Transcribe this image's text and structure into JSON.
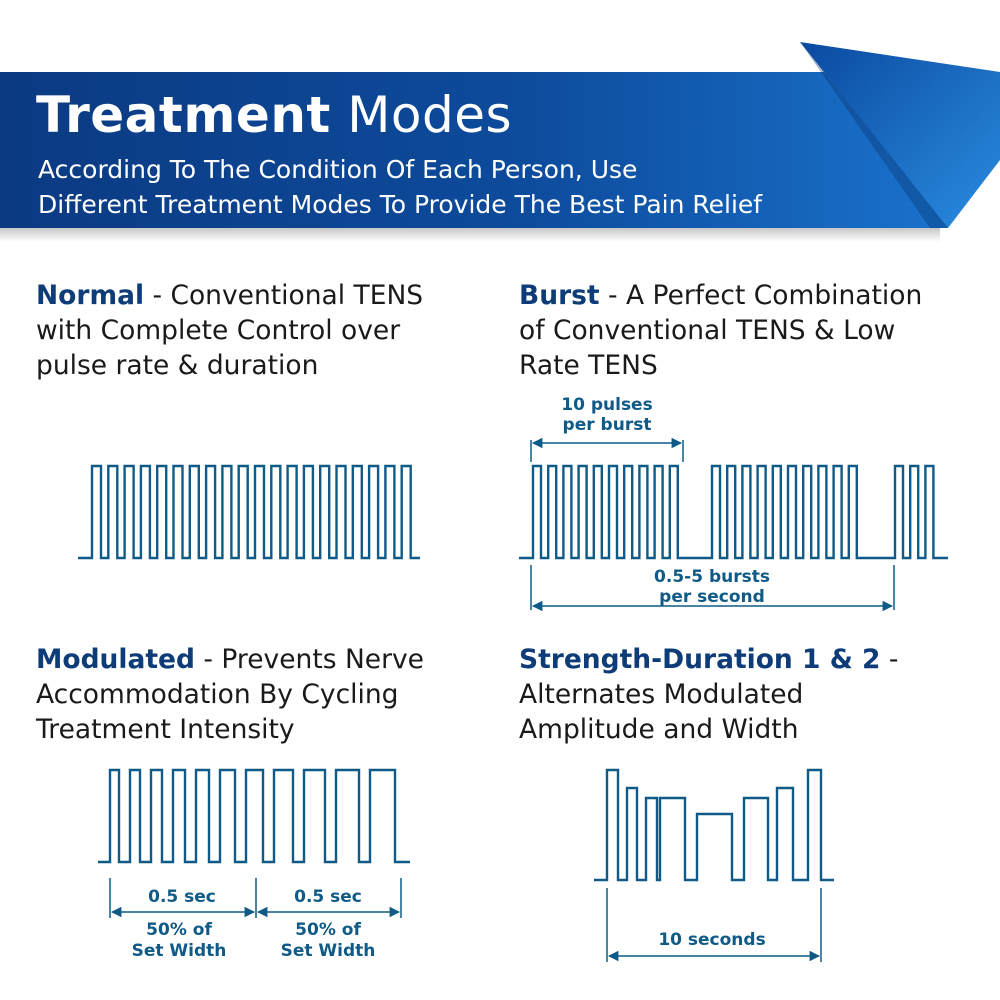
{
  "header": {
    "title_bold": "Treatment",
    "title_rest": "Modes",
    "subtitle_line1": "According To The Condition Of Each Person, Use",
    "subtitle_line2": "Different Treatment Modes To Provide The Best Pain Relief"
  },
  "modes": {
    "normal": {
      "name": "Normal",
      "line1_rest": " - Conventional TENS",
      "line2": "with Complete Control over",
      "line3": "pulse rate & duration"
    },
    "burst": {
      "name": "Burst",
      "line1_rest": " - A Perfect Combination",
      "line2": "of Conventional TENS & Low",
      "line3": "Rate TENS",
      "label_top_1": "10 pulses",
      "label_top_2": "per burst",
      "label_bottom_1": "0.5-5 bursts",
      "label_bottom_2": "per second"
    },
    "modulated": {
      "name": "Modulated",
      "line1_rest": " - Prevents Nerve",
      "line2": "Accommodation By Cycling",
      "line3": "Treatment Intensity",
      "label_a1": "0.5 sec",
      "label_a2": "50% of",
      "label_a3": "Set Width",
      "label_b1": "0.5 sec",
      "label_b2": "50% of",
      "label_b3": "Set Width"
    },
    "strength": {
      "name": "Strength-Duration 1 & 2",
      "line1_rest": " -",
      "line2": "Alternates Modulated",
      "line3": "Amplitude and Width",
      "label": "10 seconds"
    }
  },
  "colors": {
    "banner_dark": "#0b3a82",
    "banner_light": "#1a72cc",
    "wave": "#0f5a86",
    "heading": "#0e3c78"
  }
}
